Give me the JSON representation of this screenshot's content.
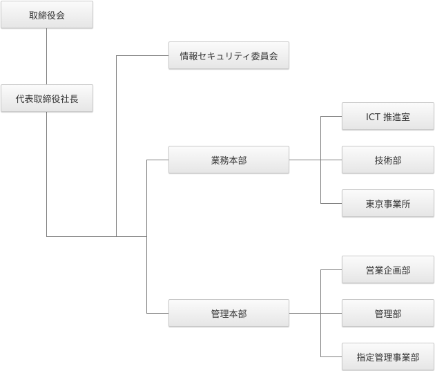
{
  "org_chart": {
    "board": "取締役会",
    "president": "代表取締役社長",
    "security_committee": "情報セキュリティ委員会",
    "business_division": {
      "label": "業務本部",
      "departments": [
        "ICT 推進室",
        "技術部",
        "東京事業所"
      ]
    },
    "management_division": {
      "label": "管理本部",
      "departments": [
        "営業企画部",
        "管理部",
        "指定管理事業部"
      ]
    }
  }
}
